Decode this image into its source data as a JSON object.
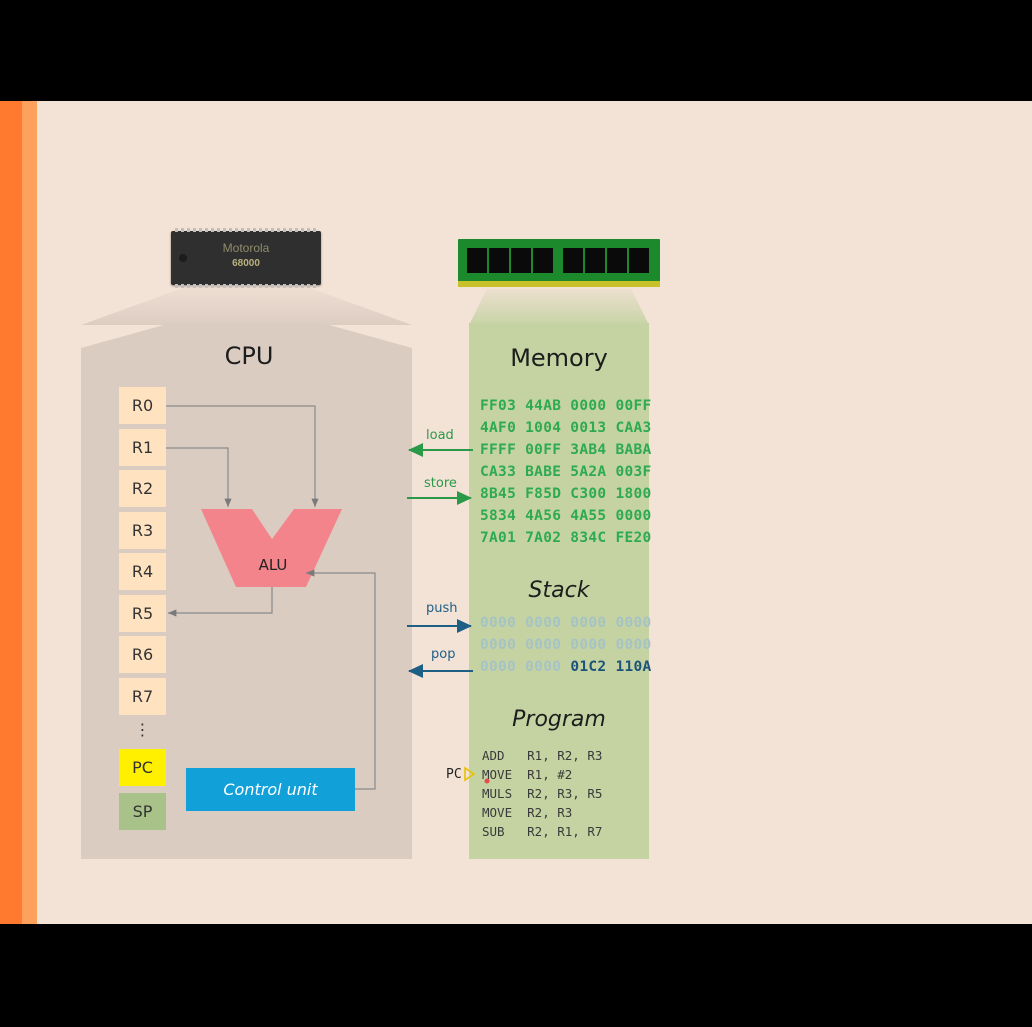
{
  "chip": {
    "brand": "Motorola",
    "model": "68000"
  },
  "cpu": {
    "title": "CPU",
    "registers": [
      "R0",
      "R1",
      "R2",
      "R3",
      "R4",
      "R5",
      "R6",
      "R7"
    ],
    "ellipsis": "⋮",
    "pc_label": "PC",
    "sp_label": "SP",
    "alu_label": "ALU",
    "control_unit_label": "Control unit"
  },
  "memory": {
    "title": "Memory",
    "rows": [
      "FF03 44AB 0000 00FF",
      "4AF0 1004 0013 CAA3",
      "FFFF 00FF 3AB4 BABA",
      "CA33 BABE 5A2A 003F",
      "8B45 F85D C300 1800",
      "5834 4A56 4A55 0000",
      "7A01 7A02 834C FE20"
    ]
  },
  "stack": {
    "title": "Stack",
    "row1": "0000 0000 0000 0000",
    "row2": "0000 0000 0000 0000",
    "row3_faint": "0000 0000",
    "row3_strong": "01C2 110A"
  },
  "program": {
    "title": "Program",
    "pc_pointer": "PC",
    "lines": [
      "ADD   R1, R2, R3",
      "MOVE  R1, #2",
      "MULS  R2, R3, R5",
      "MOVE  R2, R3",
      "SUB   R2, R1, R7"
    ]
  },
  "arrows": {
    "load": "load",
    "store": "store",
    "push": "push",
    "pop": "pop"
  },
  "colors": {
    "orange_stripe": "#ff7a2e",
    "cpu_panel": "#dbccc2",
    "memory_panel": "#c5d3a3",
    "register": "#ffe3c1",
    "pc_register": "#fff000",
    "sp_register": "#a8c289",
    "alu": "#f4848b",
    "control_unit": "#12a0d9",
    "memory_text": "#2daa52",
    "stack_text": "#1b5379"
  }
}
